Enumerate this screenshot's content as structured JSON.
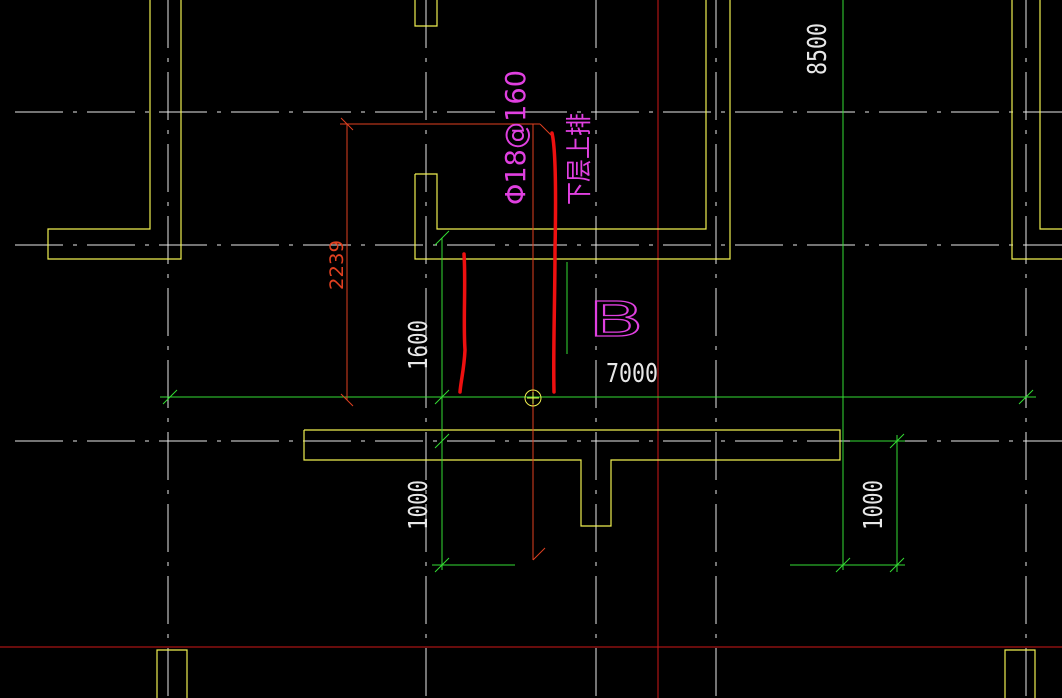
{
  "colors": {
    "background": "#000000",
    "wall": "#f0f050",
    "axis_grid": "#e8e8e8",
    "dimension_green": "#33dd33",
    "dimension_red": "#e04020",
    "rebar_magenta": "#e040e0",
    "markup_red": "#ee1010",
    "red_axis": "#d01818"
  },
  "labels": {
    "dim_8500": "8500",
    "dim_7000": "7000",
    "dim_1600": "1600",
    "dim_2239": "2239",
    "dim_1000_left": "1000",
    "dim_1000_right": "1000",
    "rebar_spec": "Φ18@160",
    "rebar_note": "下层上排",
    "grid_bubble_b": "B"
  }
}
